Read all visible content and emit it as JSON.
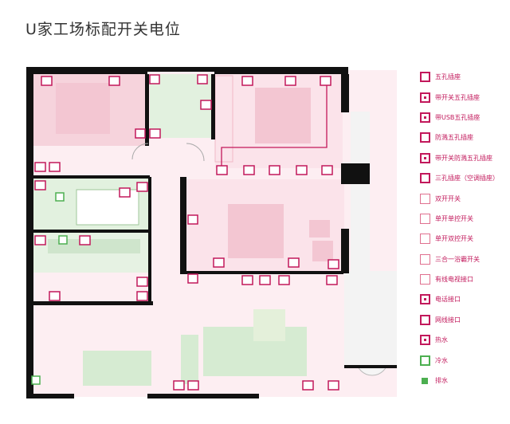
{
  "title": "U家工场标配开关电位",
  "colors": {
    "wall": "#111111",
    "floor_pink": "#fbe3ea",
    "room_pink": "#f6d3dc",
    "green": "#d6ebd2",
    "accent": "#c2185b",
    "water_green": "#4caf50"
  },
  "legend": [
    {
      "icon": "five-hole-socket-icon",
      "label": "五孔插座"
    },
    {
      "icon": "switched-five-hole-socket-icon",
      "label": "带开关五孔插座"
    },
    {
      "icon": "usb-five-hole-socket-icon",
      "label": "带USB五孔插座"
    },
    {
      "icon": "splashproof-socket-icon",
      "label": "防溅五孔插座"
    },
    {
      "icon": "switched-splashproof-socket-icon",
      "label": "带开关防溅五孔插座"
    },
    {
      "icon": "three-hole-socket-icon",
      "label": "三孔插座（空调插座）"
    },
    {
      "icon": "double-switch-icon",
      "label": "双开开关"
    },
    {
      "icon": "single-single-switch-icon",
      "label": "单开单控开关"
    },
    {
      "icon": "single-double-switch-icon",
      "label": "单开双控开关"
    },
    {
      "icon": "three-in-one-heater-switch-icon",
      "label": "三合一浴霸开关"
    },
    {
      "icon": "cable-tv-port-icon",
      "label": "有线电视接口"
    },
    {
      "icon": "phone-port-icon",
      "label": "电话接口"
    },
    {
      "icon": "network-port-icon",
      "label": "网线接口"
    },
    {
      "icon": "hot-water-icon",
      "label": "热水"
    },
    {
      "icon": "cold-water-icon",
      "label": "冷水"
    },
    {
      "icon": "drain-icon",
      "label": "排水"
    }
  ]
}
